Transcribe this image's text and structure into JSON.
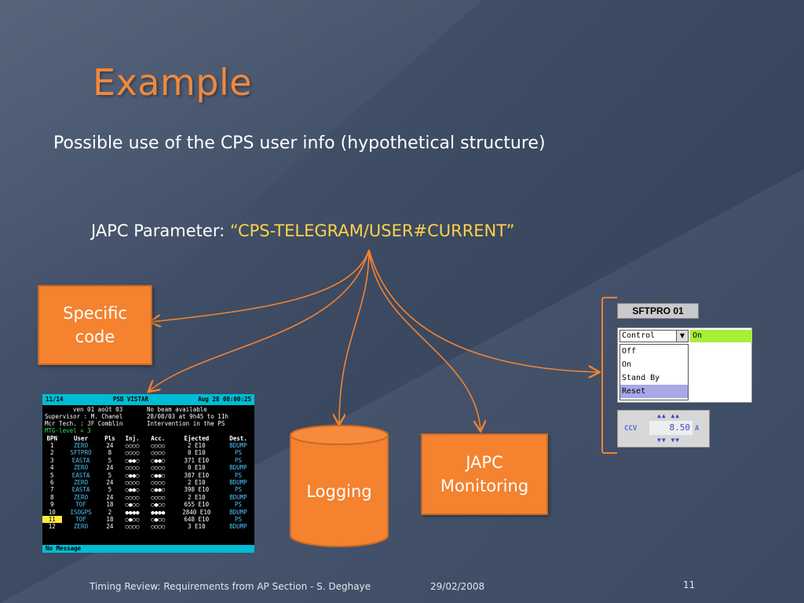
{
  "slide": {
    "title": "Example",
    "subtitle": "Possible use of the CPS user info (hypothetical structure)",
    "japc_prefix": "JAPC Parameter: ",
    "japc_param": "“CPS-TELEGRAM/USER#CURRENT”",
    "specific_code_l1": "Specific",
    "specific_code_l2": "code",
    "logging": "Logging",
    "monitoring_l1": "JAPC",
    "monitoring_l2": "Monitoring",
    "footer": "Timing Review: Requirements from AP Section - S. Deghaye",
    "date": "29/02/2008",
    "page": "11",
    "accent_color": "#f4822f",
    "quote_color": "#ffd24a"
  },
  "vistar": {
    "header_left": "11/14",
    "header_center": "PSB VISTAR",
    "header_right": "Aug 28 08:00:25",
    "info": [
      [
        "ven 01 août 03",
        "No beam available"
      ],
      [
        "Supervisor : M. Chanel",
        "28/08/03 at 9h45 to 11h"
      ],
      [
        "Mcr  Tech. : JF Comblin",
        "Intervention in the PS"
      ]
    ],
    "mtg": "MTG-level = 3",
    "columns": [
      "BPN",
      "User",
      "Pls",
      "Inj.",
      "Acc.",
      "Ejected",
      "Dest."
    ],
    "rows": [
      [
        "1",
        "ZERO",
        "24",
        "○○○○",
        "○○○○",
        "2 E10",
        "BDUMP"
      ],
      [
        "2",
        "SFTPRO",
        "8",
        "○○○○",
        "○○○○",
        "0 E10",
        "PS"
      ],
      [
        "3",
        "EASTA",
        "5",
        "○●●○",
        "○●●○",
        "371 E10",
        "PS"
      ],
      [
        "4",
        "ZERO",
        "24",
        "○○○○",
        "○○○○",
        "0 E10",
        "BDUMP"
      ],
      [
        "5",
        "EASTA",
        "5",
        "○●●○",
        "○●●○",
        "387 E10",
        "PS"
      ],
      [
        "6",
        "ZERO",
        "24",
        "○○○○",
        "○○○○",
        "2 E10",
        "BDUMP"
      ],
      [
        "7",
        "EASTA",
        "5",
        "○●●○",
        "○●●○",
        "398 E10",
        "PS"
      ],
      [
        "8",
        "ZERO",
        "24",
        "○○○○",
        "○○○○",
        "2 E10",
        "BDUMP"
      ],
      [
        "9",
        "TOF",
        "18",
        "○●○○",
        "○●○○",
        "655 E10",
        "PS"
      ],
      [
        "10",
        "ISOGPS",
        "2",
        "●●●●",
        "●●●●",
        "2840 E10",
        "BDUMP"
      ],
      [
        "11",
        "TOF",
        "18",
        "○●○○",
        "○●○○",
        "648 E10",
        "PS"
      ],
      [
        "12",
        "ZERO",
        "24",
        "○○○○",
        "○○○○",
        "3 E10",
        "BDUMP"
      ]
    ],
    "selected_row": 10,
    "footer": "No Message"
  },
  "control": {
    "title": "SFTPRO 01",
    "select_value": "Control",
    "value": "On",
    "options": [
      "Off",
      "On",
      "Stand By",
      "Reset"
    ],
    "selected_option": "Reset",
    "ccv_label": "CCV",
    "ccv_value": "8.50",
    "ccv_unit": "A"
  }
}
